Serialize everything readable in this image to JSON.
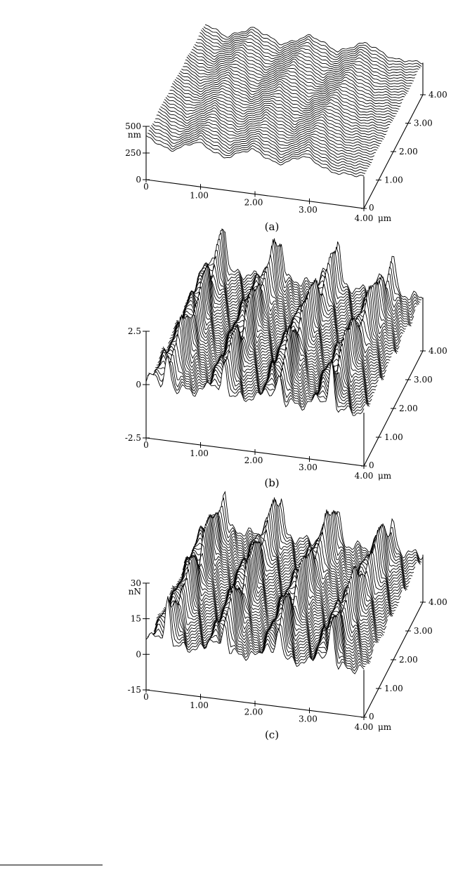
{
  "chart_data": [
    {
      "type": "surface",
      "panel_label": "(a)",
      "z_unit": "nm",
      "z_ticks": [
        "500",
        "250",
        "0"
      ],
      "z_tick_values": [
        500,
        250,
        0
      ],
      "zlim": [
        0,
        500
      ],
      "x_ticks": [
        "0",
        "1.00",
        "2.00",
        "3.00",
        "4.00"
      ],
      "x_tick_values": [
        0,
        1,
        2,
        3,
        4
      ],
      "xlim": [
        0,
        4
      ],
      "y_ticks": [
        "0",
        "1.00",
        "2.00",
        "3.00",
        "4.00"
      ],
      "y_tick_values": [
        0,
        1,
        2,
        3,
        4
      ],
      "ylim": [
        0,
        4
      ],
      "lateral_unit": "μm",
      "ridge_count": 4,
      "ridge_x": [
        0.0,
        0.95,
        1.95,
        2.95
      ],
      "baseline_z": 300,
      "peak_z": 450,
      "profile_lines": 46
    },
    {
      "type": "surface",
      "panel_label": "(b)",
      "z_unit": "",
      "z_ticks": [
        "2.5",
        "0",
        "-2.5"
      ],
      "z_tick_values": [
        2.5,
        0,
        -2.5
      ],
      "zlim": [
        -2.5,
        2.5
      ],
      "x_ticks": [
        "0",
        "1.00",
        "2.00",
        "3.00",
        "4.00"
      ],
      "x_tick_values": [
        0,
        1,
        2,
        3,
        4
      ],
      "xlim": [
        0,
        4
      ],
      "y_ticks": [
        "0",
        "1.00",
        "2.00",
        "3.00",
        "4.00"
      ],
      "y_tick_values": [
        0,
        1,
        2,
        3,
        4
      ],
      "ylim": [
        0,
        4
      ],
      "lateral_unit": "μm",
      "ridge_count": 4,
      "ridge_x": [
        0.4,
        1.4,
        2.4,
        3.4
      ],
      "baseline_z": 0,
      "peak_z": 2.2,
      "profile_lines": 46
    },
    {
      "type": "surface",
      "panel_label": "(c)",
      "z_unit": "nN",
      "z_ticks": [
        "30",
        "15",
        "0",
        "-15"
      ],
      "z_tick_values": [
        30,
        15,
        0,
        -15
      ],
      "zlim": [
        -15,
        30
      ],
      "x_ticks": [
        "0",
        "1.00",
        "2.00",
        "3.00",
        "4.00"
      ],
      "x_tick_values": [
        0,
        1,
        2,
        3,
        4
      ],
      "xlim": [
        0,
        4
      ],
      "y_ticks": [
        "0",
        "1.00",
        "2.00",
        "3.00",
        "4.00"
      ],
      "y_tick_values": [
        0,
        1,
        2,
        3,
        4
      ],
      "ylim": [
        0,
        4
      ],
      "lateral_unit": "μm",
      "ridge_count": 4,
      "ridge_x": [
        0.4,
        1.4,
        2.4,
        3.4
      ],
      "baseline_z": 5,
      "peak_z": 25,
      "profile_lines": 46
    }
  ],
  "colors": {
    "ink": "#000000",
    "paper": "#ffffff"
  }
}
